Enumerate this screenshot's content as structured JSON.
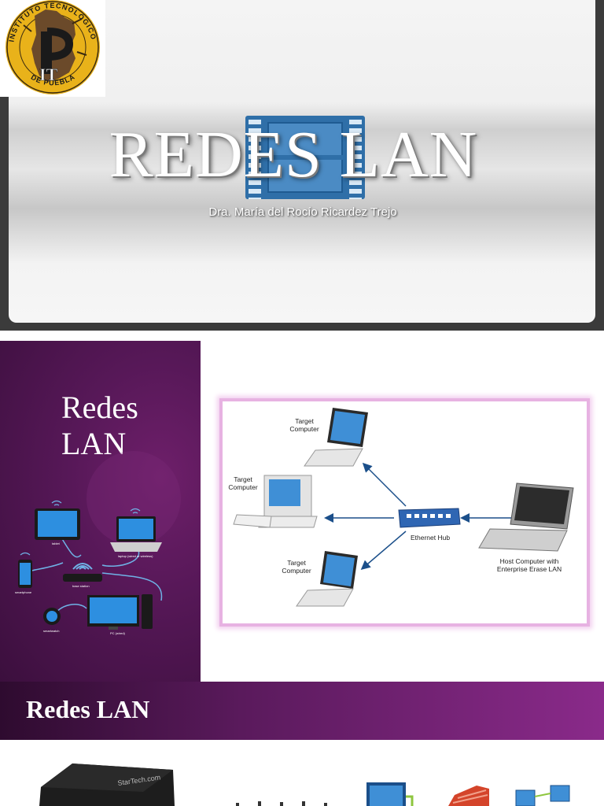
{
  "slide1": {
    "logo": {
      "ring_text_top": "INSTITUTO TECNOLÓGICO",
      "ring_text_bottom": "DE PUEBLA",
      "center_text": "IT"
    },
    "title": "REDES LAN",
    "author": "Dra. María del Rocío Ricardez Trejo"
  },
  "slide2": {
    "title_line1": "Redes",
    "title_line2": "LAN",
    "diagram": {
      "target_top": "Target\nComputer",
      "target_left": "Target\nComputer",
      "target_bottom": "Target\nComputer",
      "hub": "Ethernet Hub",
      "host": "Host Computer with\nEnterprise Erase LAN"
    }
  },
  "slide3": {
    "title": "Redes LAN",
    "device_brand": "StarTech.com"
  }
}
